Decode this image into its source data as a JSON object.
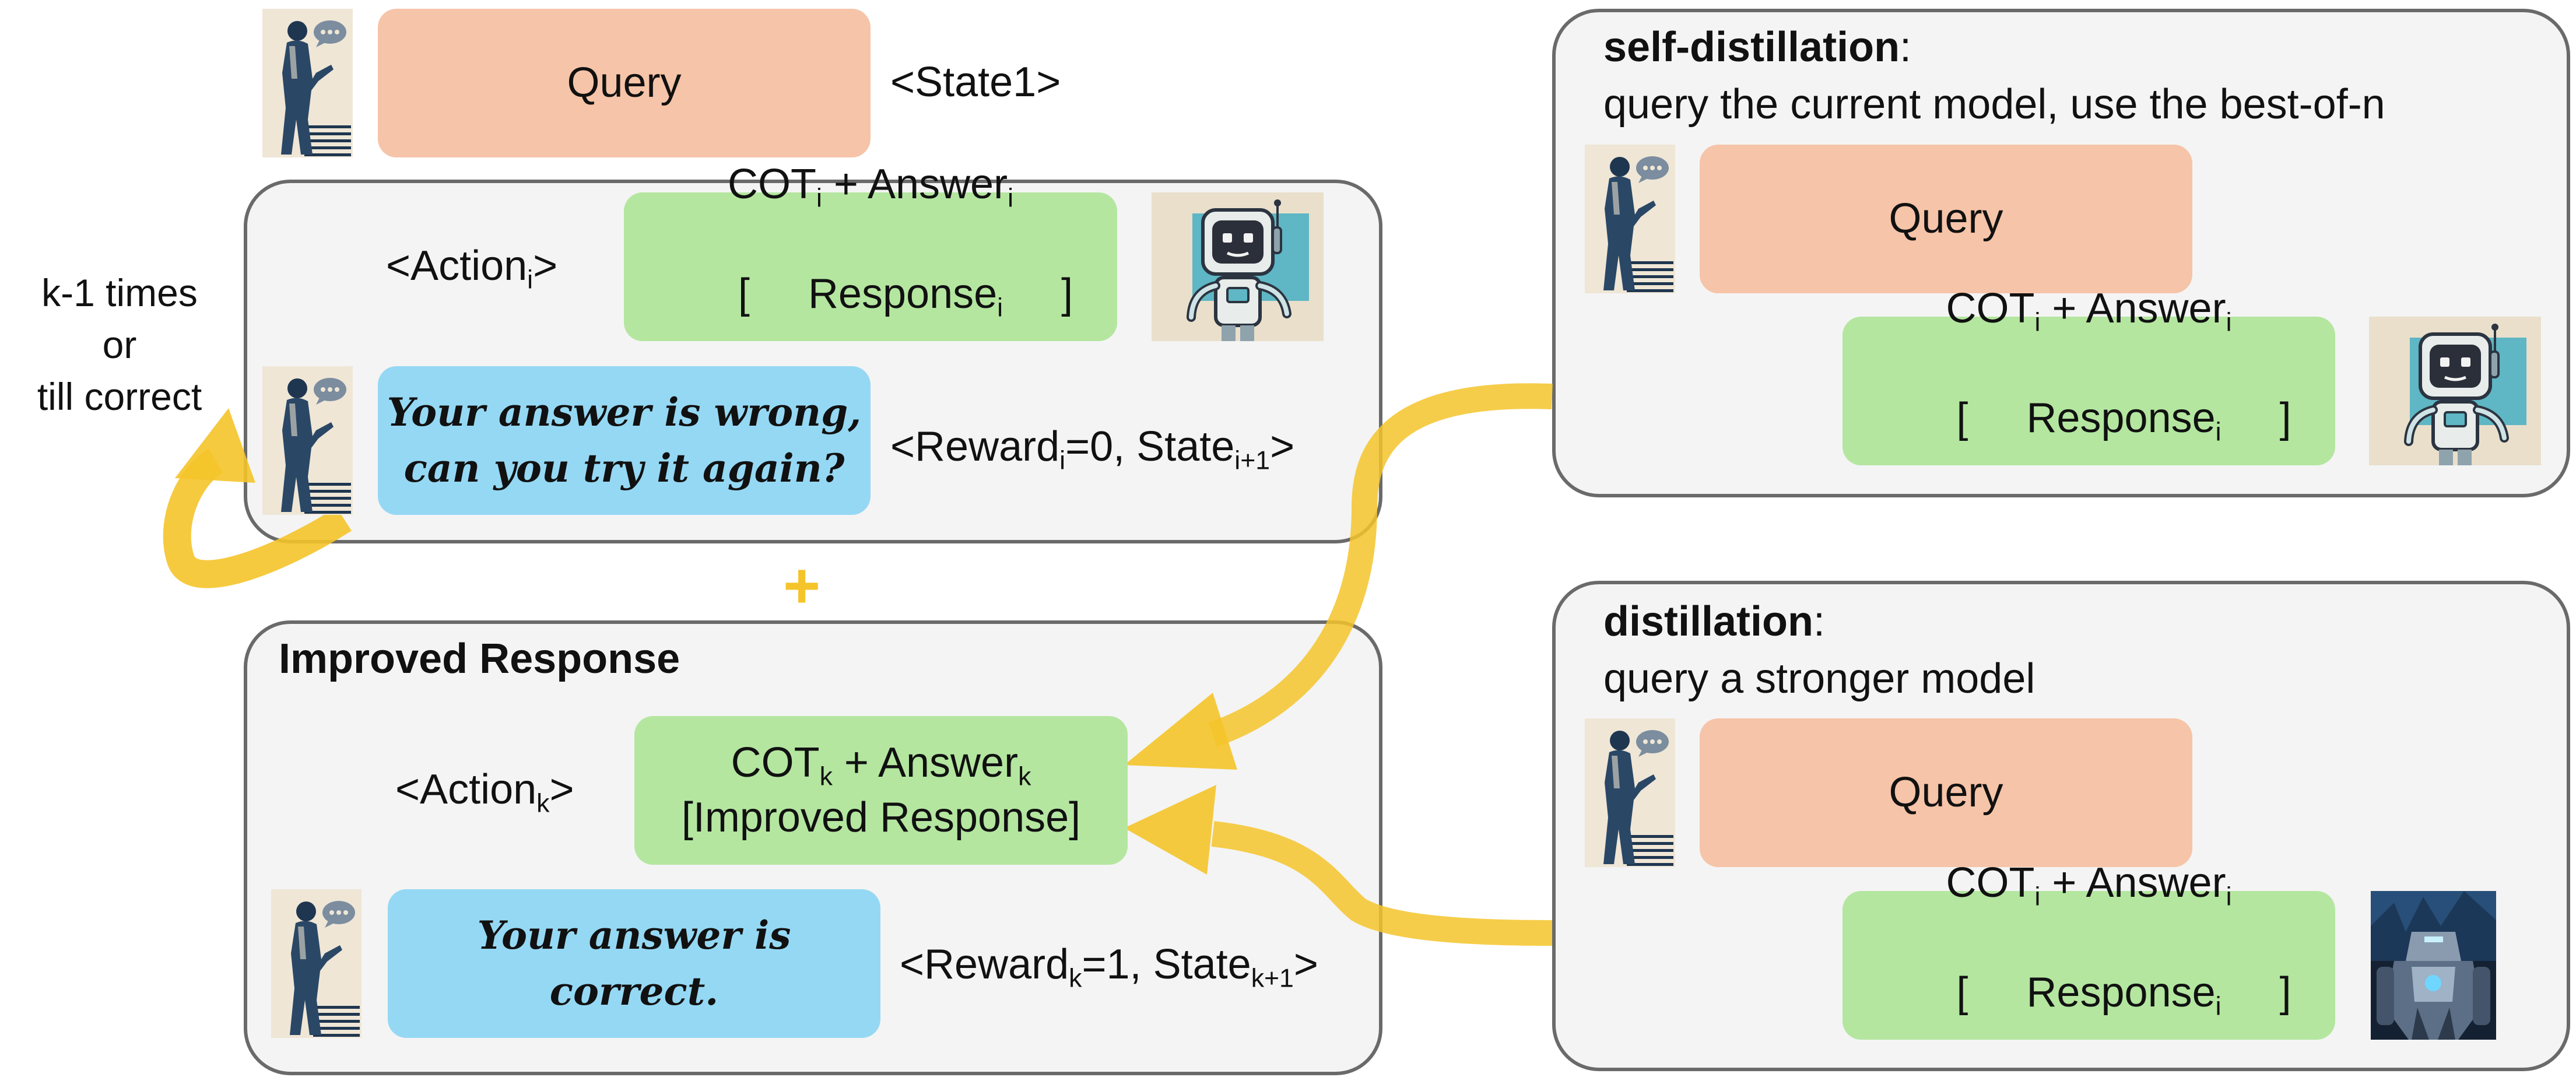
{
  "colors": {
    "query_fill": "#f6c4a8",
    "answer_fill": "#b4e6a0",
    "feedback_fill": "#95d8f4",
    "panel_fill": "#f4f4f4",
    "panel_border": "#6a6a6a",
    "arrow": "#f5c42a"
  },
  "icons": {
    "user": "user-speaking-icon",
    "robot": "robot-icon",
    "strong_robot": "mech-robot-icon"
  },
  "left": {
    "query": "Query",
    "state1": "<State1>",
    "loop": {
      "line1": "k-1 times",
      "line2": "or",
      "line3": "till correct"
    },
    "attempt": {
      "action": {
        "prefix": "<Action",
        "sub": "i",
        "suffix": ">"
      },
      "answer": {
        "cot": "COT",
        "cot_sub": "i",
        "plus": " + Answer",
        "ans_sub": "i",
        "open": "[",
        "response": "Response",
        "resp_sub": "i",
        "close": "]"
      },
      "feedback_line1": "Your answer is wrong,",
      "feedback_line2": "can you try it again?",
      "reward": {
        "prefix": "<Reward",
        "sub": "i",
        "mid": "=0, State",
        "sub2": "i+1",
        "suffix": ">"
      }
    },
    "plus": "+",
    "improved": {
      "title": "Improved Response",
      "action": {
        "prefix": "<Action",
        "sub": "k",
        "suffix": ">"
      },
      "answer": {
        "cot": "COT",
        "cot_sub": "k",
        "plus": " + Answer",
        "ans_sub": "k",
        "line2": "[Improved Response]"
      },
      "feedback_line1": "Your answer is",
      "feedback_line2": "correct.",
      "reward": {
        "prefix": "<Reward",
        "sub": "k",
        "mid": "=1, State",
        "sub2": "k+1",
        "suffix": ">"
      }
    }
  },
  "right": {
    "self_distillation": {
      "title_bold": "self-distillation",
      "title_colon": ":",
      "subtitle": "query the current model, use the best-of-n",
      "query": "Query",
      "answer": {
        "cot": "COT",
        "cot_sub": "i",
        "plus": " + Answer",
        "ans_sub": "i",
        "open": "[",
        "response": "Response",
        "resp_sub": "i",
        "close": "]"
      }
    },
    "distillation": {
      "title_bold": "distillation",
      "title_colon": ":",
      "subtitle": "query a stronger model",
      "query": "Query",
      "answer": {
        "cot": "COT",
        "cot_sub": "i",
        "plus": " + Answer",
        "ans_sub": "i",
        "open": "[",
        "response": "Response",
        "resp_sub": "i",
        "close": "]"
      }
    }
  }
}
